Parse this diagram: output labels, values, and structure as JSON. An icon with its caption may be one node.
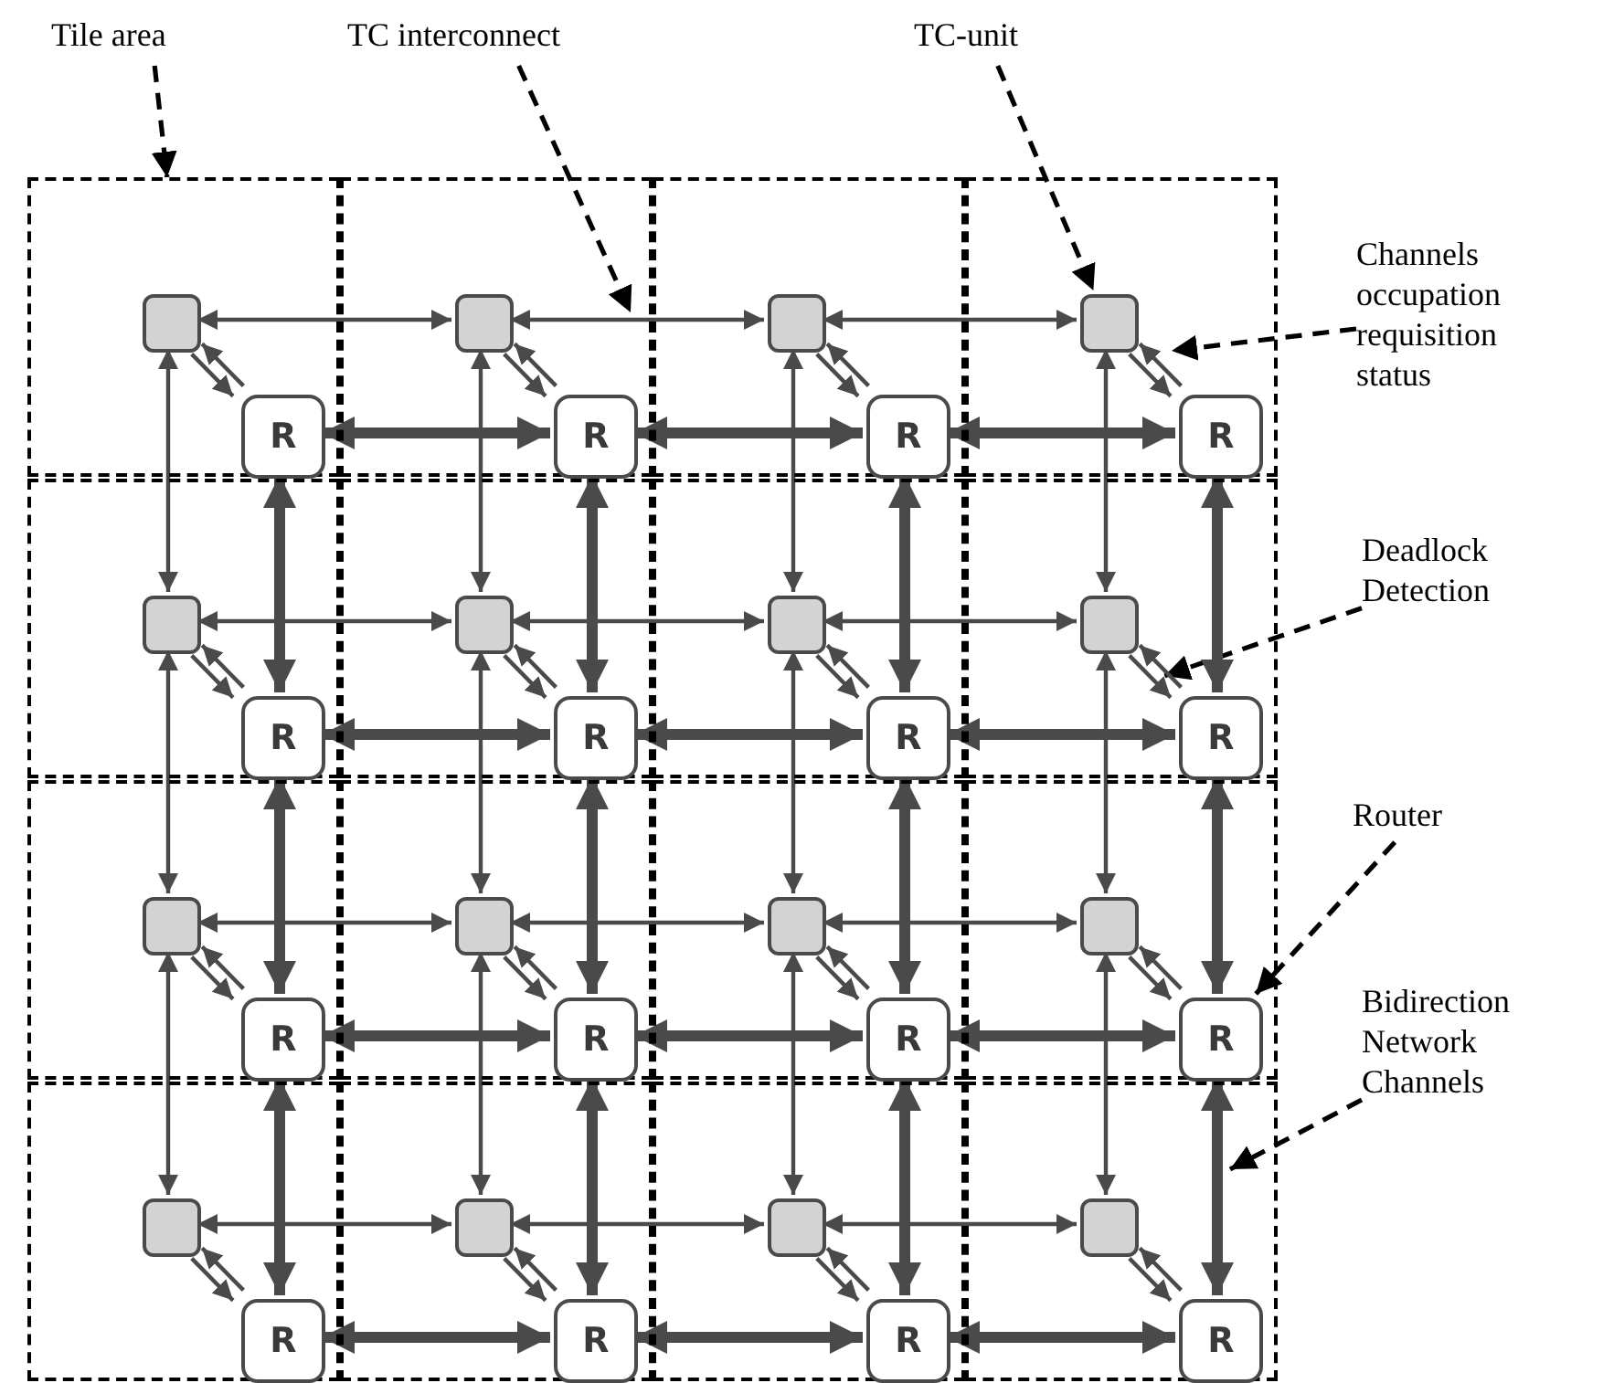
{
  "diagram": {
    "nodes": [
      {
        "text": [
          "Tile area"
        ]
      },
      {
        "text": [
          "TC interconnect"
        ]
      },
      {
        "text": [
          "TC-unit"
        ]
      },
      {
        "text": [
          "Channels occupation requisition status"
        ]
      },
      {
        "text": [
          "Deadlock Detection"
        ]
      },
      {
        "text": [
          "Router"
        ]
      },
      {
        "text": [
          "Bidirection Network Channels"
        ]
      },
      {
        "text": [],
        "shape": "box"
      },
      {
        "text": [],
        "shape": "box",
        "in": 7
      },
      {
        "text": [
          "R"
        ],
        "in": 7
      },
      {
        "text": [],
        "shape": "box"
      },
      {
        "text": [],
        "shape": "box",
        "in": 10
      },
      {
        "text": [
          "R"
        ],
        "in": 10
      },
      {
        "text": [],
        "shape": "box"
      },
      {
        "text": [],
        "shape": "box",
        "in": 13
      },
      {
        "text": [
          "R"
        ],
        "in": 13
      },
      {
        "text": [],
        "shape": "box"
      },
      {
        "text": [],
        "shape": "box",
        "in": 16
      },
      {
        "text": [
          "R"
        ],
        "in": 16
      },
      {
        "text": [],
        "shape": "box"
      },
      {
        "text": [],
        "shape": "box",
        "in": 19
      },
      {
        "text": [
          "R"
        ],
        "in": 19
      },
      {
        "text": [],
        "shape": "box"
      },
      {
        "text": [],
        "shape": "box",
        "in": 22
      },
      {
        "text": [
          "R"
        ],
        "in": 22
      },
      {
        "text": [],
        "shape": "box"
      },
      {
        "text": [],
        "shape": "box",
        "in": 25
      },
      {
        "text": [
          "R"
        ],
        "in": 25
      },
      {
        "text": [],
        "shape": "box"
      },
      {
        "text": [],
        "shape": "box",
        "in": 28
      },
      {
        "text": [
          "R"
        ],
        "in": 28
      },
      {
        "text": [],
        "shape": "box"
      },
      {
        "text": [],
        "shape": "box",
        "in": 31
      },
      {
        "text": [
          "R"
        ],
        "in": 31
      },
      {
        "text": [],
        "shape": "box"
      },
      {
        "text": [],
        "shape": "box",
        "in": 34
      },
      {
        "text": [
          "R"
        ],
        "in": 34
      },
      {
        "text": [],
        "shape": "box"
      },
      {
        "text": [],
        "shape": "box",
        "in": 37
      },
      {
        "text": [
          "R"
        ],
        "in": 37
      },
      {
        "text": [],
        "shape": "box"
      },
      {
        "text": [],
        "shape": "box",
        "in": 40
      },
      {
        "text": [
          "R"
        ],
        "in": 40
      },
      {
        "text": [],
        "shape": "box"
      },
      {
        "text": [],
        "shape": "box",
        "in": 43
      },
      {
        "text": [
          "R"
        ],
        "in": 43
      },
      {
        "text": [],
        "shape": "box"
      },
      {
        "text": [],
        "shape": "box",
        "in": 46
      },
      {
        "text": [
          "R"
        ],
        "in": 46
      },
      {
        "text": [],
        "shape": "box"
      },
      {
        "text": [],
        "shape": "box",
        "in": 49
      },
      {
        "text": [
          "R"
        ],
        "in": 49
      },
      {
        "text": [],
        "shape": "box"
      },
      {
        "text": [],
        "shape": "box",
        "in": 52
      },
      {
        "text": [
          "R"
        ],
        "in": 52
      }
    ],
    "edges": [
      {
        "from": 0,
        "to": 7,
        "arrow": "to",
        "style": "dashed",
        "color": "#000000"
      },
      {
        "from": 1,
        "to": 10,
        "arrow": "to",
        "style": "dashed",
        "color": "#000000"
      },
      {
        "from": 2,
        "to": 17,
        "arrow": "to",
        "style": "dashed",
        "color": "#000000"
      },
      {
        "from": 3,
        "to": 16,
        "arrow": "to",
        "style": "dashed",
        "color": "#000000"
      },
      {
        "from": 4,
        "to": 28,
        "arrow": "to",
        "style": "dashed",
        "color": "#000000"
      },
      {
        "from": 5,
        "to": 42,
        "arrow": "to",
        "style": "dashed",
        "color": "#000000"
      },
      {
        "from": 6,
        "to": 52,
        "arrow": "to",
        "style": "dashed",
        "color": "#000000"
      },
      {
        "from": 8,
        "to": 9,
        "arrow": "to"
      },
      {
        "from": 9,
        "to": 8,
        "arrow": "to"
      },
      {
        "from": 11,
        "to": 12,
        "arrow": "to"
      },
      {
        "from": 12,
        "to": 11,
        "arrow": "to"
      },
      {
        "from": 14,
        "to": 15,
        "arrow": "to"
      },
      {
        "from": 15,
        "to": 14,
        "arrow": "to"
      },
      {
        "from": 17,
        "to": 18,
        "arrow": "to"
      },
      {
        "from": 18,
        "to": 17,
        "arrow": "to"
      },
      {
        "from": 20,
        "to": 21,
        "arrow": "to"
      },
      {
        "from": 21,
        "to": 20,
        "arrow": "to"
      },
      {
        "from": 23,
        "to": 24,
        "arrow": "to"
      },
      {
        "from": 24,
        "to": 23,
        "arrow": "to"
      },
      {
        "from": 26,
        "to": 27,
        "arrow": "to"
      },
      {
        "from": 27,
        "to": 26,
        "arrow": "to"
      },
      {
        "from": 29,
        "to": 30,
        "arrow": "to"
      },
      {
        "from": 30,
        "to": 29,
        "arrow": "to"
      },
      {
        "from": 32,
        "to": 33,
        "arrow": "to"
      },
      {
        "from": 33,
        "to": 32,
        "arrow": "to"
      },
      {
        "from": 35,
        "to": 36,
        "arrow": "to"
      },
      {
        "from": 36,
        "to": 35,
        "arrow": "to"
      },
      {
        "from": 38,
        "to": 39,
        "arrow": "to"
      },
      {
        "from": 39,
        "to": 38,
        "arrow": "to"
      },
      {
        "from": 41,
        "to": 42,
        "arrow": "to"
      },
      {
        "from": 42,
        "to": 41,
        "arrow": "to"
      },
      {
        "from": 44,
        "to": 45,
        "arrow": "to"
      },
      {
        "from": 45,
        "to": 44,
        "arrow": "to"
      },
      {
        "from": 47,
        "to": 48,
        "arrow": "to"
      },
      {
        "from": 48,
        "to": 47,
        "arrow": "to"
      },
      {
        "from": 50,
        "to": 51,
        "arrow": "to"
      },
      {
        "from": 51,
        "to": 50,
        "arrow": "to"
      },
      {
        "from": 53,
        "to": 54,
        "arrow": "to"
      },
      {
        "from": 54,
        "to": 53,
        "arrow": "to"
      },
      {
        "from": 8,
        "to": 11,
        "arrow": "both"
      },
      {
        "from": 11,
        "to": 14,
        "arrow": "both"
      },
      {
        "from": 14,
        "to": 17,
        "arrow": "both"
      },
      {
        "from": 20,
        "to": 23,
        "arrow": "both"
      },
      {
        "from": 23,
        "to": 26,
        "arrow": "both"
      },
      {
        "from": 26,
        "to": 29,
        "arrow": "both"
      },
      {
        "from": 32,
        "to": 35,
        "arrow": "both"
      },
      {
        "from": 35,
        "to": 38,
        "arrow": "both"
      },
      {
        "from": 38,
        "to": 41,
        "arrow": "both"
      },
      {
        "from": 44,
        "to": 47,
        "arrow": "both"
      },
      {
        "from": 47,
        "to": 50,
        "arrow": "both"
      },
      {
        "from": 50,
        "to": 53,
        "arrow": "both"
      },
      {
        "from": 8,
        "to": 20,
        "arrow": "both"
      },
      {
        "from": 11,
        "to": 23,
        "arrow": "both"
      },
      {
        "from": 14,
        "to": 26,
        "arrow": "both"
      },
      {
        "from": 17,
        "to": 29,
        "arrow": "both"
      },
      {
        "from": 20,
        "to": 32,
        "arrow": "both"
      },
      {
        "from": 23,
        "to": 35,
        "arrow": "both"
      },
      {
        "from": 26,
        "to": 38,
        "arrow": "both"
      },
      {
        "from": 29,
        "to": 41,
        "arrow": "both"
      },
      {
        "from": 32,
        "to": 44,
        "arrow": "both"
      },
      {
        "from": 35,
        "to": 47,
        "arrow": "both"
      },
      {
        "from": 38,
        "to": 50,
        "arrow": "both"
      },
      {
        "from": 41,
        "to": 53,
        "arrow": "both"
      },
      {
        "from": 9,
        "to": 12,
        "arrow": "both",
        "style": "thick"
      },
      {
        "from": 12,
        "to": 15,
        "arrow": "both",
        "style": "thick"
      },
      {
        "from": 15,
        "to": 18,
        "arrow": "both",
        "style": "thick"
      },
      {
        "from": 21,
        "to": 24,
        "arrow": "both",
        "style": "thick"
      },
      {
        "from": 24,
        "to": 27,
        "arrow": "both",
        "style": "thick"
      },
      {
        "from": 27,
        "to": 30,
        "arrow": "both",
        "style": "thick"
      },
      {
        "from": 33,
        "to": 36,
        "arrow": "both",
        "style": "thick"
      },
      {
        "from": 36,
        "to": 39,
        "arrow": "both",
        "style": "thick"
      },
      {
        "from": 39,
        "to": 42,
        "arrow": "both",
        "style": "thick"
      },
      {
        "from": 45,
        "to": 48,
        "arrow": "both",
        "style": "thick"
      },
      {
        "from": 48,
        "to": 51,
        "arrow": "both",
        "style": "thick"
      },
      {
        "from": 51,
        "to": 54,
        "arrow": "both",
        "style": "thick"
      },
      {
        "from": 9,
        "to": 21,
        "arrow": "both",
        "style": "thick"
      },
      {
        "from": 12,
        "to": 24,
        "arrow": "both",
        "style": "thick"
      },
      {
        "from": 15,
        "to": 27,
        "arrow": "both",
        "style": "thick"
      },
      {
        "from": 18,
        "to": 30,
        "arrow": "both",
        "style": "thick"
      },
      {
        "from": 21,
        "to": 33,
        "arrow": "both",
        "style": "thick"
      },
      {
        "from": 24,
        "to": 36,
        "arrow": "both",
        "style": "thick"
      },
      {
        "from": 27,
        "to": 39,
        "arrow": "both",
        "style": "thick"
      },
      {
        "from": 30,
        "to": 42,
        "arrow": "both",
        "style": "thick"
      },
      {
        "from": 33,
        "to": 45,
        "arrow": "both",
        "style": "thick"
      },
      {
        "from": 36,
        "to": 48,
        "arrow": "both",
        "style": "thick"
      },
      {
        "from": 39,
        "to": 51,
        "arrow": "both",
        "style": "thick"
      },
      {
        "from": 42,
        "to": 54,
        "arrow": "both",
        "style": "thick"
      }
    ]
  }
}
